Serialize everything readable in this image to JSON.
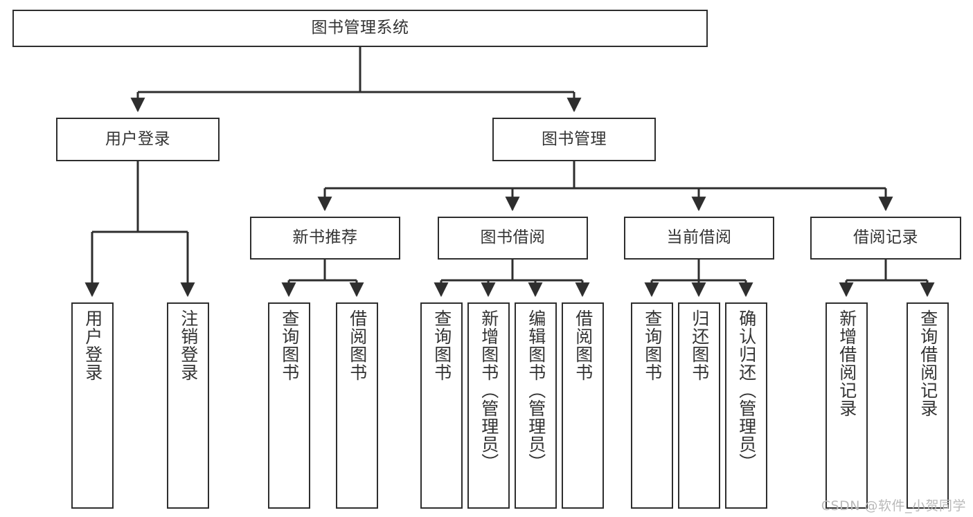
{
  "diagram": {
    "title": "图书管理系统",
    "type": "tree-hierarchy-diagram",
    "watermark": "CSDN @软件_小贺同学",
    "colors": {
      "background": "#ffffff",
      "box_border": "#2e2e2e",
      "text": "#333333",
      "connector": "#2e2e2e",
      "watermark": "#b9b9b9"
    },
    "root": {
      "label": "图书管理系统"
    },
    "level2": [
      {
        "label": "用户登录"
      },
      {
        "label": "图书管理"
      }
    ],
    "level3": [
      {
        "label": "新书推荐"
      },
      {
        "label": "图书借阅"
      },
      {
        "label": "当前借阅"
      },
      {
        "label": "借阅记录"
      }
    ],
    "leaves": {
      "user_login": [
        {
          "label": "用户登录"
        },
        {
          "label": "注销登录"
        }
      ],
      "new_book_recommend": [
        {
          "label": "查询图书"
        },
        {
          "label": "借阅图书"
        }
      ],
      "book_borrow": [
        {
          "label": "查询图书"
        },
        {
          "label": "新增图书（管理员）"
        },
        {
          "label": "编辑图书（管理员）"
        },
        {
          "label": "借阅图书"
        }
      ],
      "current_borrow": [
        {
          "label": "查询图书"
        },
        {
          "label": "归还图书"
        },
        {
          "label": "确认归还（管理员）"
        }
      ],
      "borrow_records": [
        {
          "label": "新增借阅记录"
        },
        {
          "label": "查询借阅记录"
        }
      ]
    }
  }
}
